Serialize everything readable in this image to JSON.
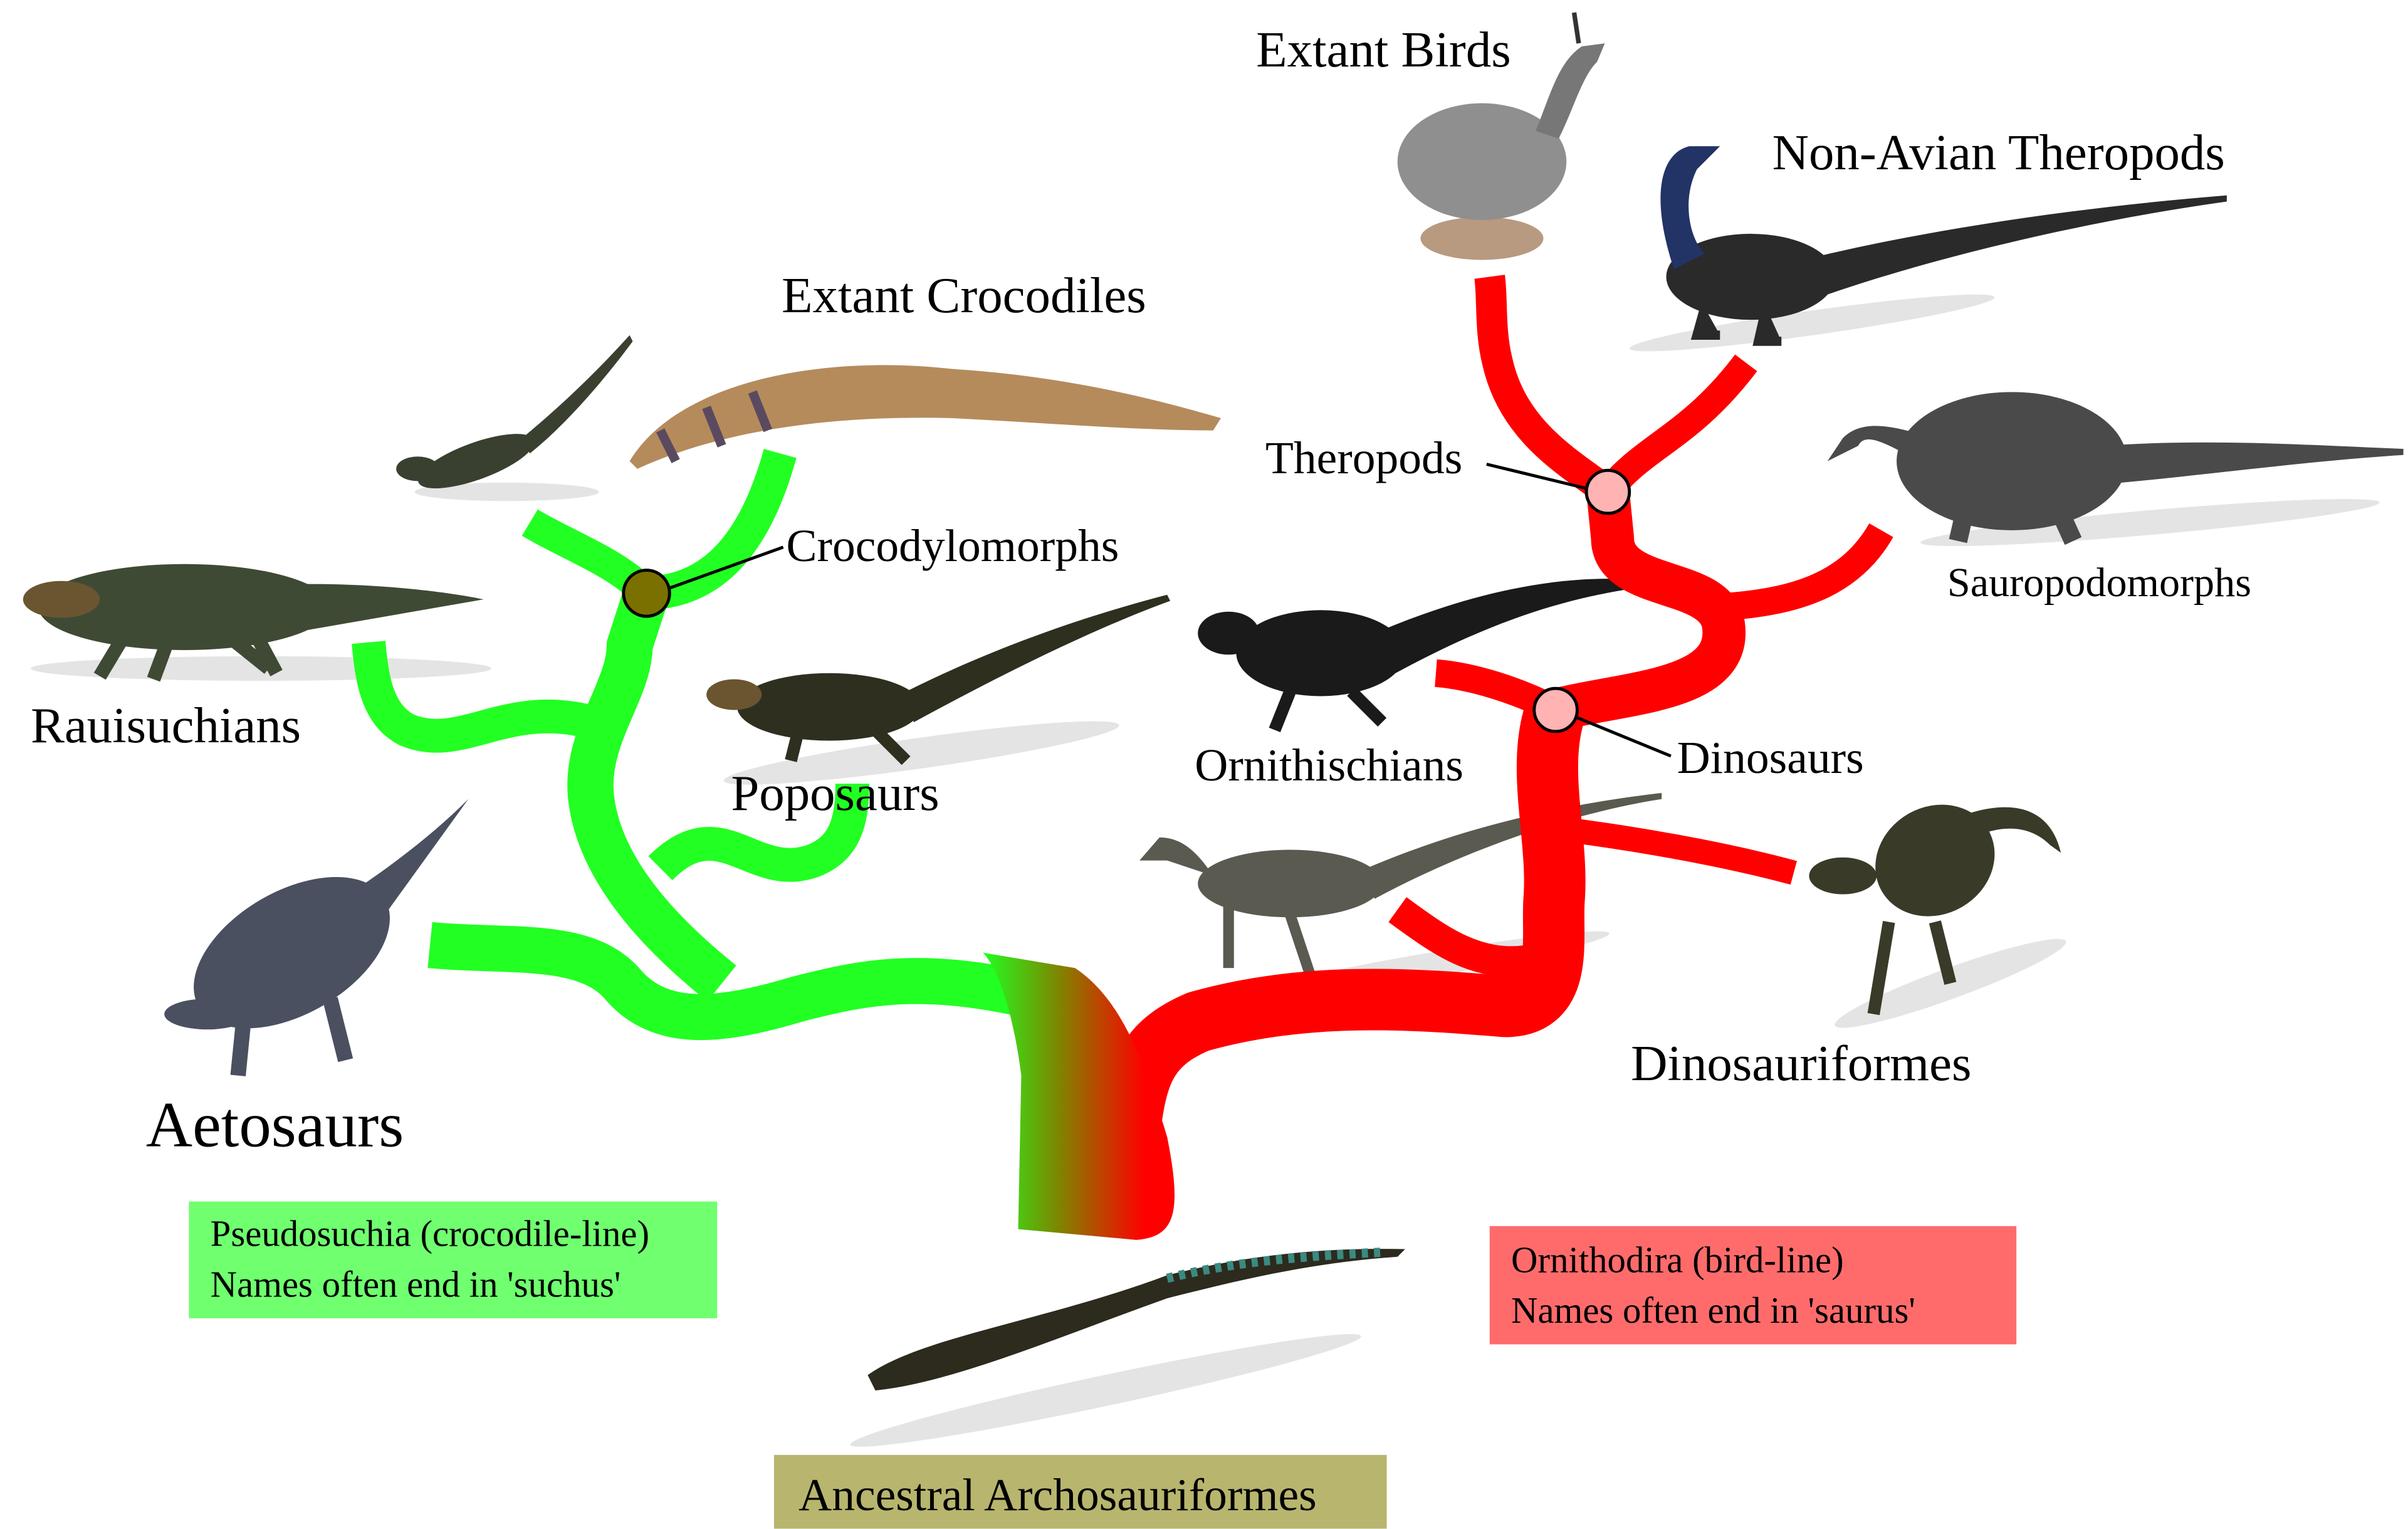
{
  "colors": {
    "pseudosuchia_branch": "#22ff22",
    "ornithodira_branch": "#ff0000",
    "pseudosuchia_box": "#6fff6f",
    "ornithodira_box": "#ff6b6b",
    "ancestral_box": "#b8b56e",
    "crocodylomorph_node": "#7a7000",
    "dinosaur_node": "#ffb3b3"
  },
  "labels": {
    "extant_birds": "Extant Birds",
    "non_avian_theropods": "Non-Avian Theropods",
    "extant_crocodiles": "Extant Crocodiles",
    "theropods": "Theropods",
    "crocodylomorphs": "Crocodylomorphs",
    "sauropodomorphs": "Sauropodomorphs",
    "rauisuchians": "Rauisuchians",
    "ornithischians": "Ornithischians",
    "dinosaurs": "Dinosaurs",
    "poposaurs": "Poposaurs",
    "dinosauriformes": "Dinosauriformes",
    "aetosaurs": "Aetosaurs"
  },
  "legend": {
    "pseudosuchia": {
      "line1": "Pseudosuchia (crocodile-line)",
      "line2": "Names often end in 'suchus'"
    },
    "ornithodira": {
      "line1": "Ornithodira (bird-line)",
      "line2": "Names often end in 'saurus'"
    },
    "ancestral": "Ancestral Archosauriformes"
  }
}
